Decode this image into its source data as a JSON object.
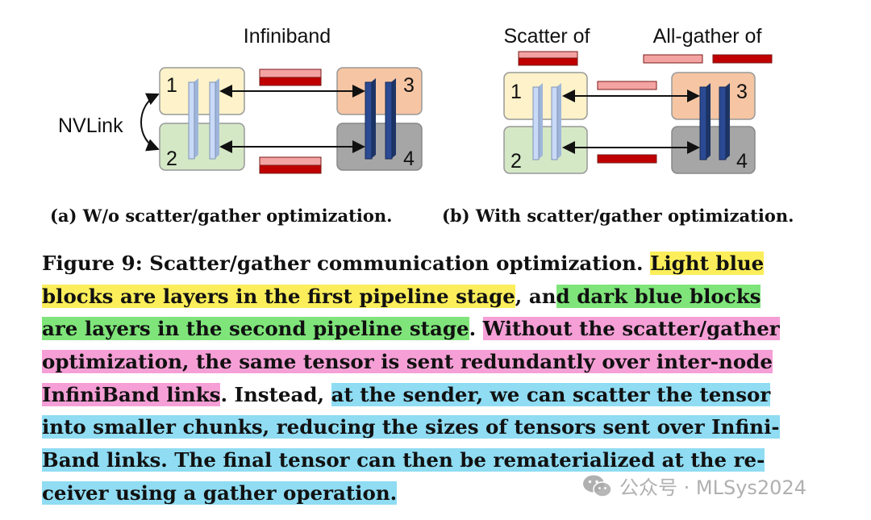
{
  "figure": {
    "panel_a": {
      "title": "Infiniband",
      "side_label": "NVLink",
      "node_labels": [
        "1",
        "2",
        "3",
        "4"
      ],
      "subcaption": "(a) W/o scatter/gather optimization."
    },
    "panel_b": {
      "label_scatter": "Scatter of",
      "label_allgather": "All-gather of",
      "node_labels": [
        "1",
        "2",
        "3",
        "4"
      ],
      "subcaption": "(b) With scatter/gather optimization."
    },
    "colors": {
      "node1": "#fdf2c9",
      "node2": "#d5e8c6",
      "node3": "#f6c5a3",
      "node4": "#a6a6a6",
      "light_layer": "#c9daf8",
      "dark_layer": "#2b4a93",
      "tensor_red": "#c00000",
      "tensor_pink": "#f4a3a3"
    }
  },
  "caption": {
    "lines": [
      [
        {
          "t": "Figure 9: Scatter/gather communication optimization. ",
          "h": ""
        },
        {
          "t": "Light blue",
          "h": "yellow"
        }
      ],
      [
        {
          "t": "blocks are layers in the first pipeline stage",
          "h": "yellow"
        },
        {
          "t": ", an",
          "h": ""
        },
        {
          "t": "d dark blue blocks",
          "h": "green"
        }
      ],
      [
        {
          "t": "are layers in the second pipeline stage",
          "h": "green"
        },
        {
          "t": ". ",
          "h": ""
        },
        {
          "t": "Without the scatter/gather",
          "h": "pink"
        }
      ],
      [
        {
          "t": "optimization, the same tensor is sent redundantly over inter-node",
          "h": "pink"
        }
      ],
      [
        {
          "t": "InfiniBand links",
          "h": "pink"
        },
        {
          "t": ". Instead, ",
          "h": ""
        },
        {
          "t": "at the sender, we can scatter the tensor",
          "h": "blue"
        }
      ],
      [
        {
          "t": "into smaller chunks, reducing the sizes of tensors sent over Infini-",
          "h": "blue"
        }
      ],
      [
        {
          "t": "Band links. The final tensor can then be rematerialized at the re-",
          "h": "blue"
        }
      ],
      [
        {
          "t": "ceiver using a gather operation.",
          "h": "blue"
        }
      ]
    ]
  },
  "watermark": {
    "text": "公众号 · MLSys2024",
    "icon": "wechat-icon"
  }
}
